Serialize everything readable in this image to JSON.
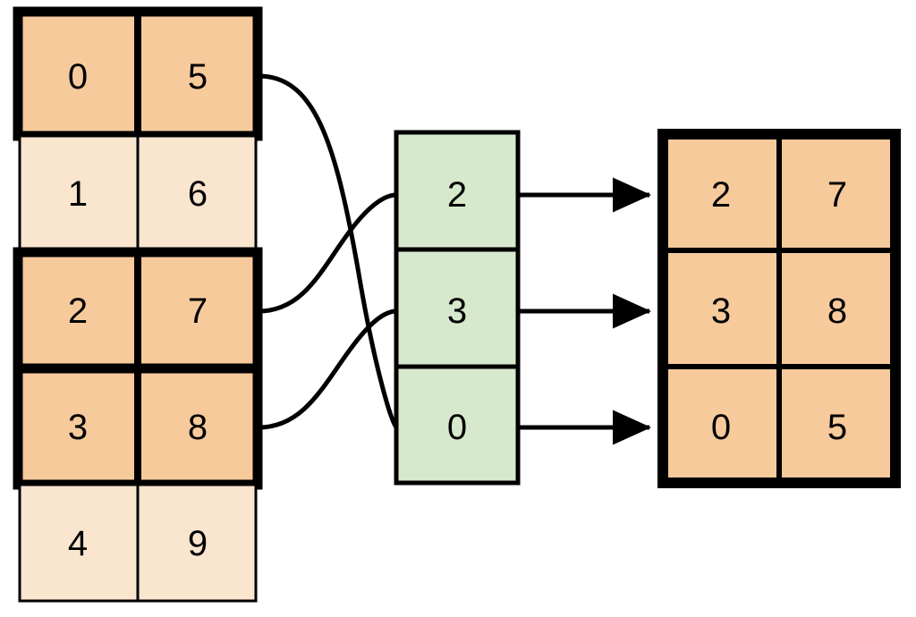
{
  "diagram": {
    "kind": "array-index-gather-diagram",
    "colors": {
      "highlight_fill": "#F7CA9C",
      "dim_fill": "#FAE5CF",
      "index_fill": "#D7E9CC",
      "stroke": "#000000",
      "background": "#FFFFFF"
    },
    "source_table": {
      "name": "source-array",
      "columns": 2,
      "rows": [
        {
          "index": 0,
          "values": [
            "0",
            "5"
          ],
          "highlighted": true
        },
        {
          "index": 1,
          "values": [
            "1",
            "6"
          ],
          "highlighted": false
        },
        {
          "index": 2,
          "values": [
            "2",
            "7"
          ],
          "highlighted": true
        },
        {
          "index": 3,
          "values": [
            "3",
            "8"
          ],
          "highlighted": true
        },
        {
          "index": 4,
          "values": [
            "4",
            "9"
          ],
          "highlighted": false
        }
      ]
    },
    "index_column": {
      "name": "index-vector",
      "values": [
        "2",
        "3",
        "0"
      ]
    },
    "result_table": {
      "name": "result-array",
      "columns": 2,
      "rows": [
        {
          "values": [
            "2",
            "7"
          ]
        },
        {
          "values": [
            "3",
            "8"
          ]
        },
        {
          "values": [
            "0",
            "5"
          ]
        }
      ]
    },
    "curve_links": [
      {
        "from_row": 0,
        "to_index_cell": 2,
        "label": "row-0-to-index-0"
      },
      {
        "from_row": 2,
        "to_index_cell": 0,
        "label": "row-2-to-index-2"
      },
      {
        "from_row": 3,
        "to_index_cell": 1,
        "label": "row-3-to-index-3"
      }
    ],
    "arrow_links": [
      {
        "from_index_cell": 0,
        "to_result_row": 0
      },
      {
        "from_index_cell": 1,
        "to_result_row": 1
      },
      {
        "from_index_cell": 2,
        "to_result_row": 2
      }
    ]
  }
}
